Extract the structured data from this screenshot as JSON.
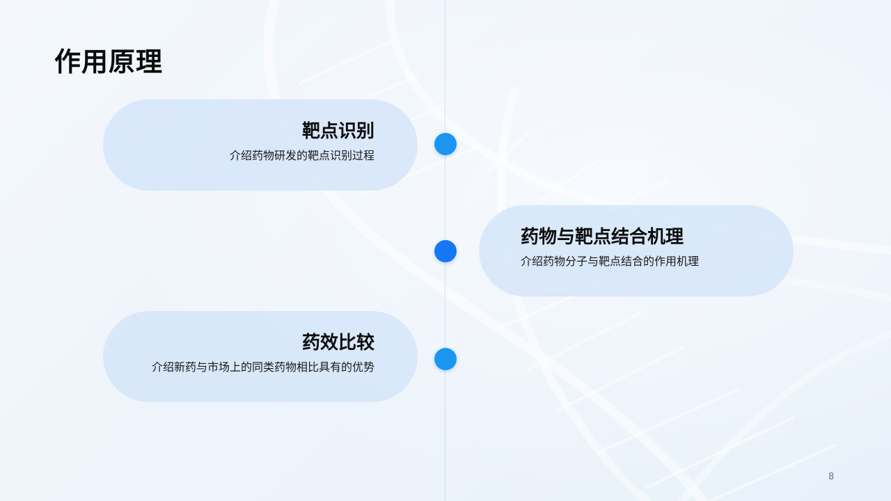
{
  "slide": {
    "title": "作用原理",
    "page_number": "8"
  },
  "items": [
    {
      "heading": "靶点识别",
      "description": "介绍药物研发的靶点识别过程",
      "dot_color": "#1a96f0"
    },
    {
      "heading": "药物与靶点结合机理",
      "description": "介绍药物分子与靶点结合的作用机理",
      "dot_color": "#1676f3"
    },
    {
      "heading": "药效比较",
      "description": "介绍新药与市场上的同类药物相比具有的优势",
      "dot_color": "#1a96f0"
    }
  ],
  "colors": {
    "pill_background": "#d2e4f8",
    "timeline_line": "#cfe0f2",
    "title_text": "#0b0b0b"
  }
}
